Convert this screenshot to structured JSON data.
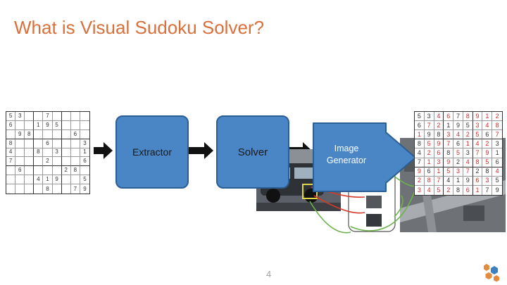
{
  "slide": {
    "title": "What is Visual Sudoku Solver?",
    "page_number": "4",
    "accent_color": "#d9703b"
  },
  "pipeline": {
    "extractor_label": "Extractor",
    "solver_label": "Solver",
    "generator_label_line1": "Image",
    "generator_label_line2": "Generator",
    "box_color": "#4a86c6"
  },
  "input_grid": {
    "rows": [
      [
        "5",
        "3",
        "",
        "",
        "7",
        "",
        "",
        "",
        ""
      ],
      [
        "6",
        "",
        "",
        "1",
        "9",
        "5",
        "",
        "",
        ""
      ],
      [
        "",
        "9",
        "8",
        "",
        "",
        "",
        "",
        "6",
        ""
      ],
      [
        "8",
        "",
        "",
        "",
        "6",
        "",
        "",
        "",
        "3"
      ],
      [
        "4",
        "",
        "",
        "8",
        "",
        "3",
        "",
        "",
        "1"
      ],
      [
        "7",
        "",
        "",
        "",
        "2",
        "",
        "",
        "",
        "6"
      ],
      [
        "",
        "6",
        "",
        "",
        "",
        "",
        "2",
        "8",
        ""
      ],
      [
        "",
        "",
        "",
        "4",
        "1",
        "9",
        "",
        "",
        "5"
      ],
      [
        "",
        "",
        "",
        "",
        "8",
        "",
        "",
        "7",
        "9"
      ]
    ]
  },
  "output_grid": {
    "rows": [
      [
        "5",
        "3",
        "4",
        "6",
        "7",
        "8",
        "9",
        "1",
        "2"
      ],
      [
        "6",
        "7",
        "2",
        "1",
        "9",
        "5",
        "3",
        "4",
        "8"
      ],
      [
        "1",
        "9",
        "8",
        "3",
        "4",
        "2",
        "5",
        "6",
        "7"
      ],
      [
        "8",
        "5",
        "9",
        "7",
        "6",
        "1",
        "4",
        "2",
        "3"
      ],
      [
        "4",
        "2",
        "6",
        "8",
        "5",
        "3",
        "7",
        "9",
        "1"
      ],
      [
        "7",
        "1",
        "3",
        "9",
        "2",
        "4",
        "8",
        "5",
        "6"
      ],
      [
        "9",
        "6",
        "1",
        "5",
        "3",
        "7",
        "2",
        "8",
        "4"
      ],
      [
        "2",
        "8",
        "7",
        "4",
        "1",
        "9",
        "6",
        "3",
        "5"
      ],
      [
        "3",
        "4",
        "5",
        "2",
        "8",
        "6",
        "1",
        "7",
        "9"
      ]
    ],
    "given_color": "#333333",
    "filled_color": "#d42a2a"
  },
  "icons": {
    "arrow": "arrow-right-icon",
    "logo": "hexagon-logo-icon"
  }
}
